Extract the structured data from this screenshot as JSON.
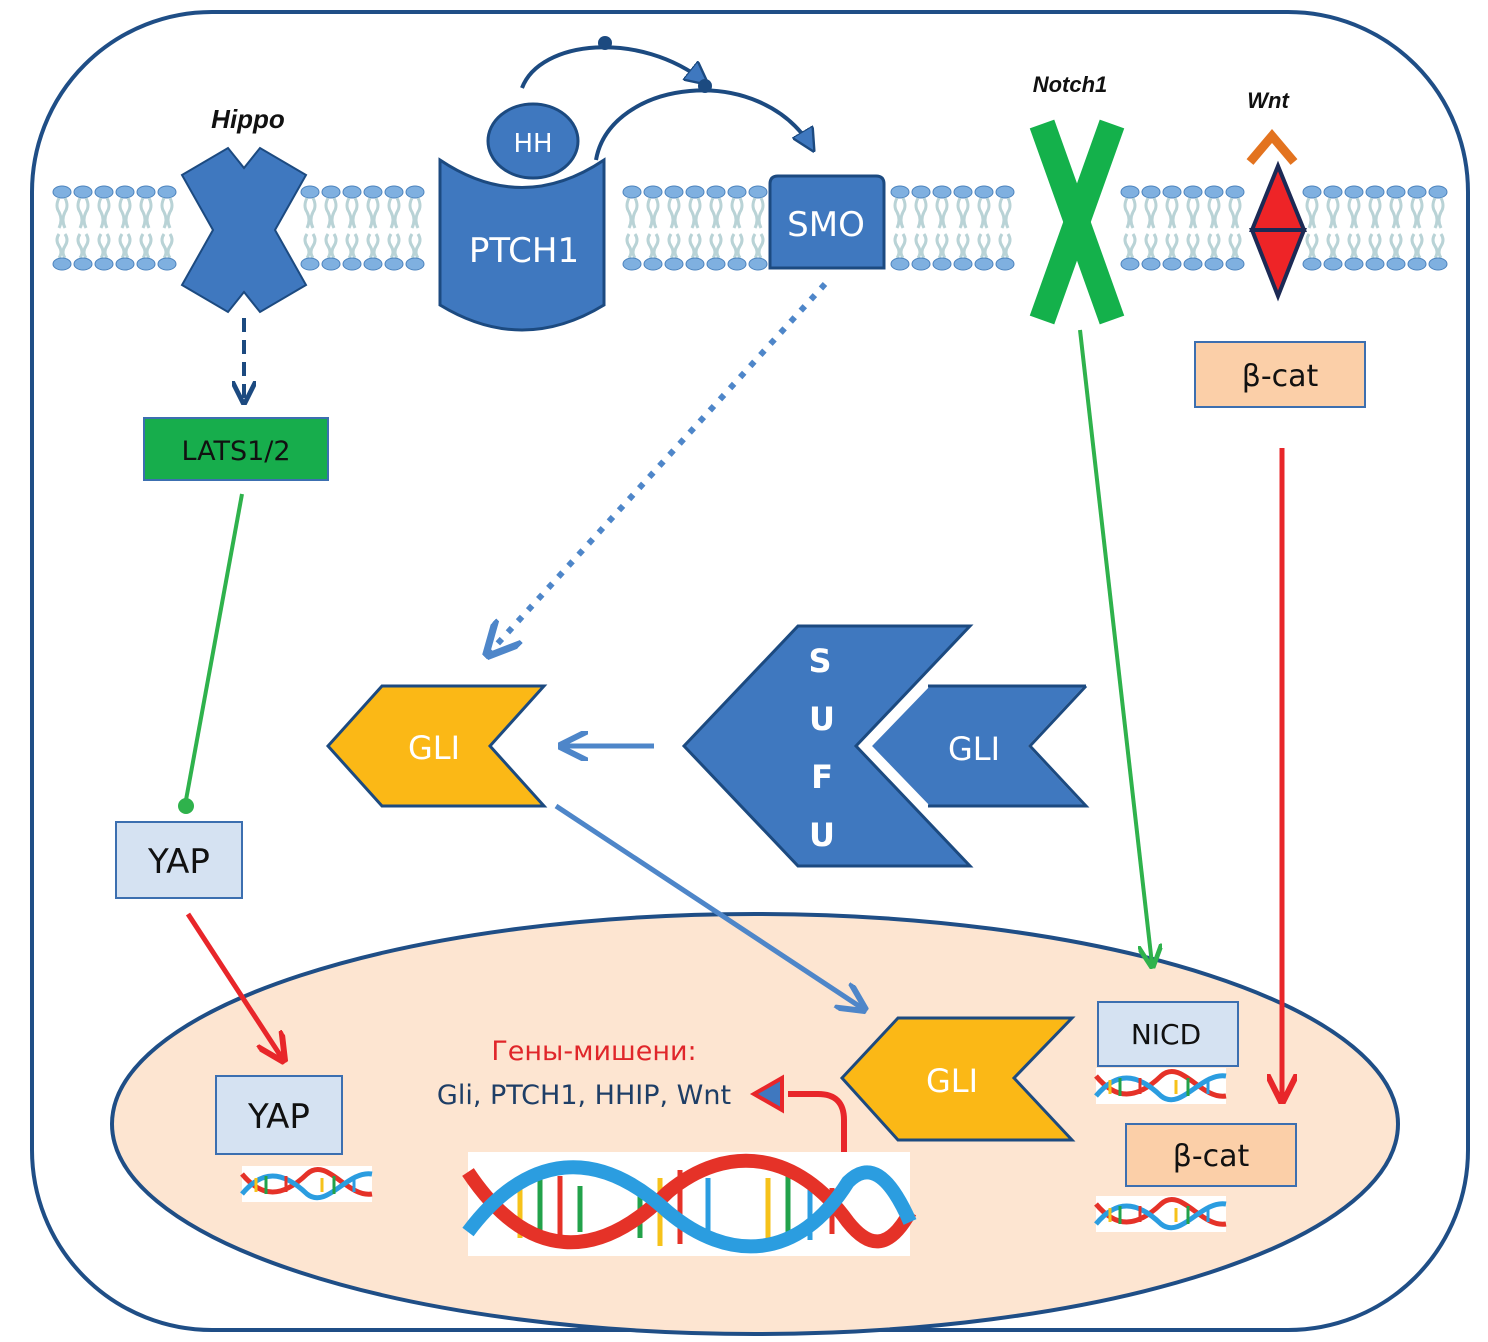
{
  "colors": {
    "protein_blue": "#3f78bf",
    "outline_blue": "#1c4a80",
    "cell_border": "#1f4e86",
    "notch_green": "#14b14b",
    "lats_green": "#17ad4c",
    "gli_yellow": "#fbb816",
    "wnt_red": "#ee2427",
    "wnt_cap_orange": "#e3731f",
    "nucleus_fill": "#fde5d1",
    "beta_cat_fill": "#fbcfa8",
    "yap_fill": "#d5e2f2",
    "arrow_red": "#e8262a",
    "arrow_green": "#2fb24c",
    "arrow_blue": "#4e86c9",
    "membrane_head": "#7fb0e0",
    "membrane_tail": "#b9d3d6"
  },
  "receptors": {
    "hippo": "Hippo",
    "notch1": "Notch1",
    "wnt": "Wnt",
    "hh": "HH",
    "ptch1": "PTCH1",
    "smo": "SMO"
  },
  "cytoplasm": {
    "lats": "LATS1/2",
    "yap": "YAP",
    "beta_cat": "β-cat",
    "gli_active": "GLI",
    "sufu_letters": [
      "S",
      "U",
      "F",
      "U"
    ],
    "gli_bound": "GLI"
  },
  "nucleus": {
    "yap": "YAP",
    "gli": "GLI",
    "nicd": "NICD",
    "beta_cat": "β-cat",
    "target_genes_title": "Гены-мишени:",
    "target_genes_list": "Gli, PTCH1, HHIP, Wnt"
  }
}
